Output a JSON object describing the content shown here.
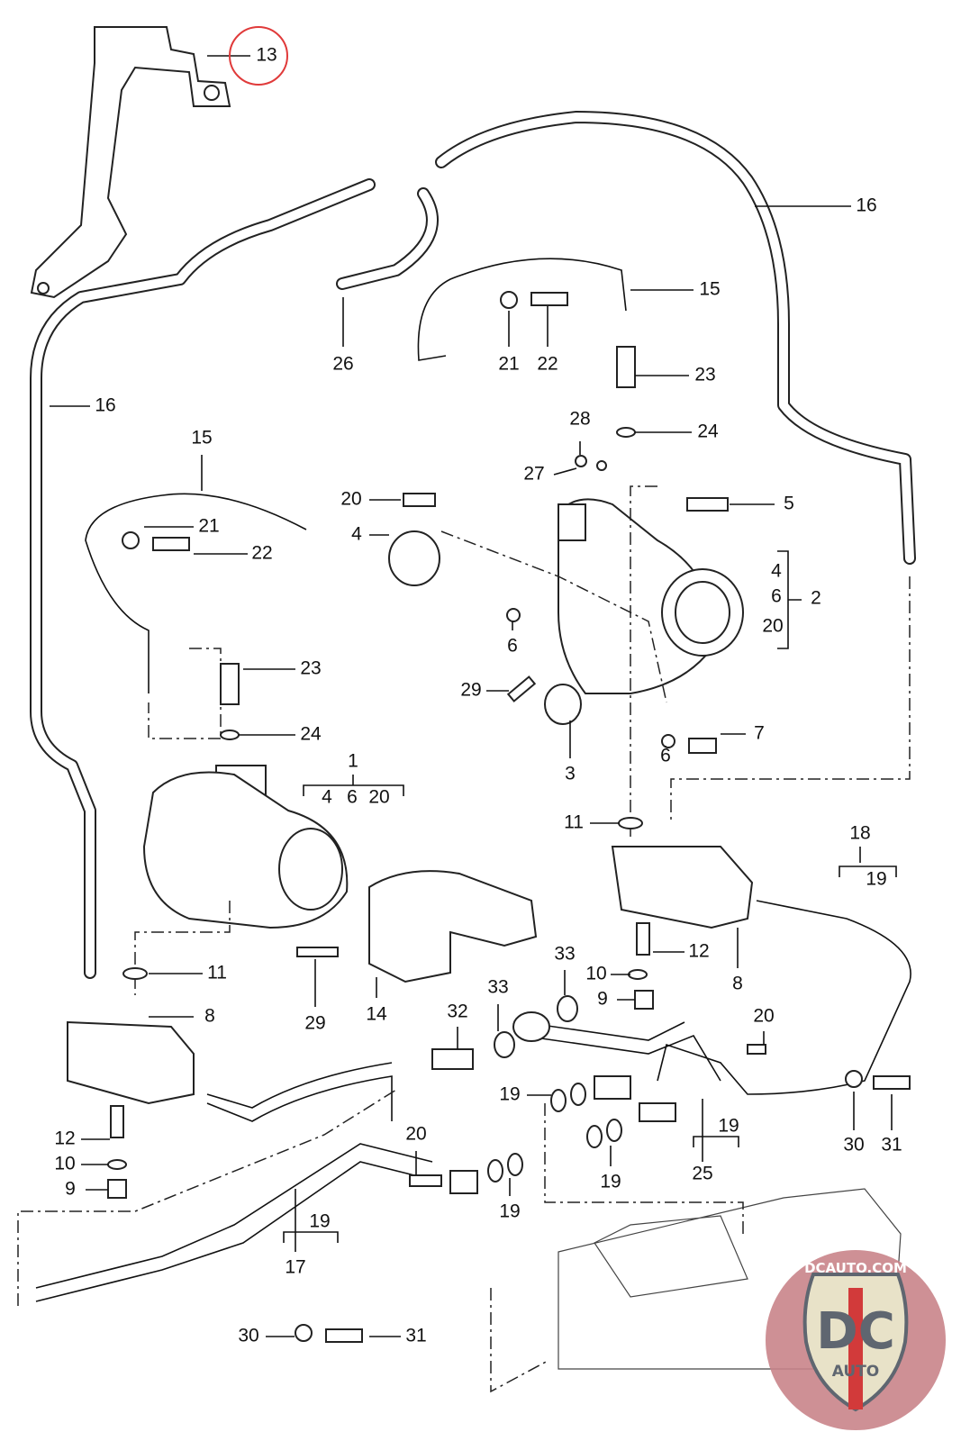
{
  "diagram": {
    "highlight_color": "#e03a3a",
    "highlighted_part": "13",
    "callouts": [
      "13",
      "16",
      "15",
      "26",
      "21",
      "22",
      "16",
      "23",
      "28",
      "24",
      "27",
      "15",
      "20",
      "5",
      "21",
      "4",
      "22",
      "4",
      "6",
      "2",
      "20",
      "6",
      "23",
      "29",
      "7",
      "24",
      "3",
      "6",
      "1",
      "4",
      "6",
      "20",
      "18",
      "11",
      "19",
      "12",
      "11",
      "10",
      "33",
      "8",
      "33",
      "9",
      "8",
      "29",
      "14",
      "32",
      "20",
      "19",
      "19",
      "12",
      "20",
      "30",
      "31",
      "10",
      "25",
      "19",
      "9",
      "19",
      "19",
      "17",
      "30",
      "31"
    ]
  },
  "logo": {
    "top_text": "DCAUTO.COM",
    "mark": "DC",
    "sub_text": "AUTO",
    "colors": {
      "circle": "#c9848a",
      "shield": "#e8e2c8",
      "letters": "#5f6670",
      "stripe": "#d23a3a"
    }
  }
}
